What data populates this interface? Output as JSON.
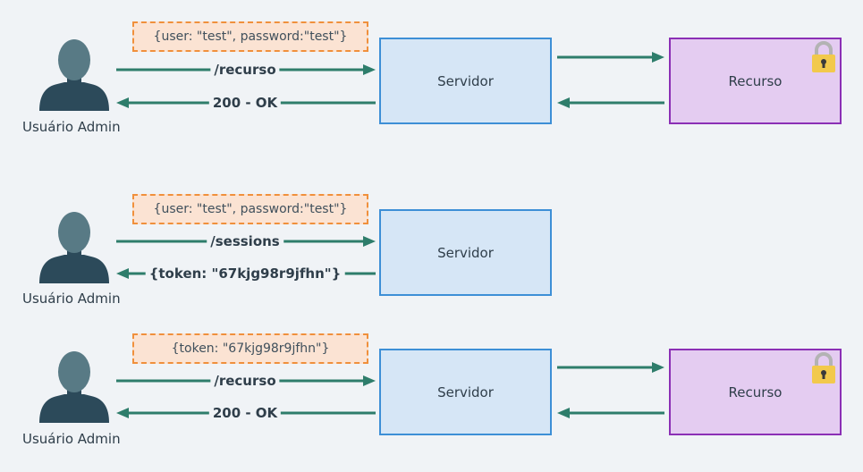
{
  "colors": {
    "arrow": "#2e7d6b",
    "server_fill": "#d6e6f6",
    "server_border": "#3d8fd6",
    "resource_fill": "#e4ccf1",
    "resource_border": "#8b2fb5",
    "payload_fill": "#fbe3d3",
    "payload_border": "#f0903c",
    "user_head": "#587a85",
    "user_body": "#2c4a5a",
    "lock": "#f2c94c"
  },
  "flows": [
    {
      "user_label": "Usuário Admin",
      "payload": "{user: \"test\", password:\"test\"}",
      "request_label": "/recurso",
      "response_label": "200 - OK",
      "server_label": "Servidor",
      "resource_label": "Recurso"
    },
    {
      "user_label": "Usuário Admin",
      "payload": "{user: \"test\", password:\"test\"}",
      "request_label": "/sessions",
      "response_label": "{token: \"67kjg98r9jfhn\"}",
      "server_label": "Servidor"
    },
    {
      "user_label": "Usuário Admin",
      "payload": "{token: \"67kjg98r9jfhn\"}",
      "request_label": "/recurso",
      "response_label": "200 - OK",
      "server_label": "Servidor",
      "resource_label": "Recurso"
    }
  ]
}
